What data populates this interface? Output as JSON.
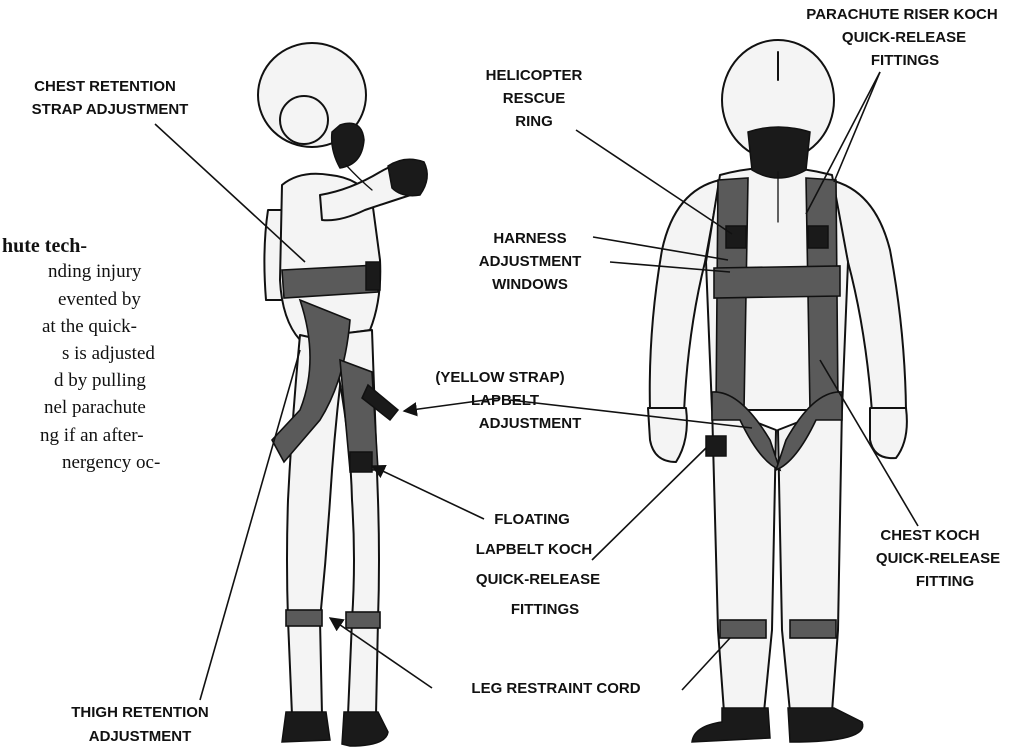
{
  "body_text": {
    "line1": "hute tech-",
    "line2": "nding injury",
    "line3": "evented by",
    "line4": "at the quick-",
    "line5": "s is adjusted",
    "line6": "d by pulling",
    "line7": "nel parachute",
    "line8": "ng if an after-",
    "line9": "nergency oc-"
  },
  "labels": {
    "chest_retention": [
      "CHEST RETENTION",
      "STRAP ADJUSTMENT"
    ],
    "helicopter_ring": [
      "HELICOPTER",
      "RESCUE",
      "RING"
    ],
    "parachute_riser": [
      "PARACHUTE RISER KOCH",
      "QUICK-RELEASE",
      "FITTINGS"
    ],
    "harness_windows": [
      "HARNESS",
      "ADJUSTMENT",
      "WINDOWS"
    ],
    "lapbelt": [
      "(YELLOW STRAP)",
      "LAPBELT",
      "ADJUSTMENT"
    ],
    "floating_lapbelt": [
      "FLOATING",
      "LAPBELT KOCH",
      "QUICK-RELEASE",
      "FITTINGS"
    ],
    "chest_koch": [
      "CHEST KOCH",
      "QUICK-RELEASE",
      "FITTING"
    ],
    "leg_restraint": [
      "LEG RESTRAINT CORD"
    ],
    "thigh_retention": [
      "THIGH RETENTION",
      "ADJUSTMENT"
    ]
  }
}
